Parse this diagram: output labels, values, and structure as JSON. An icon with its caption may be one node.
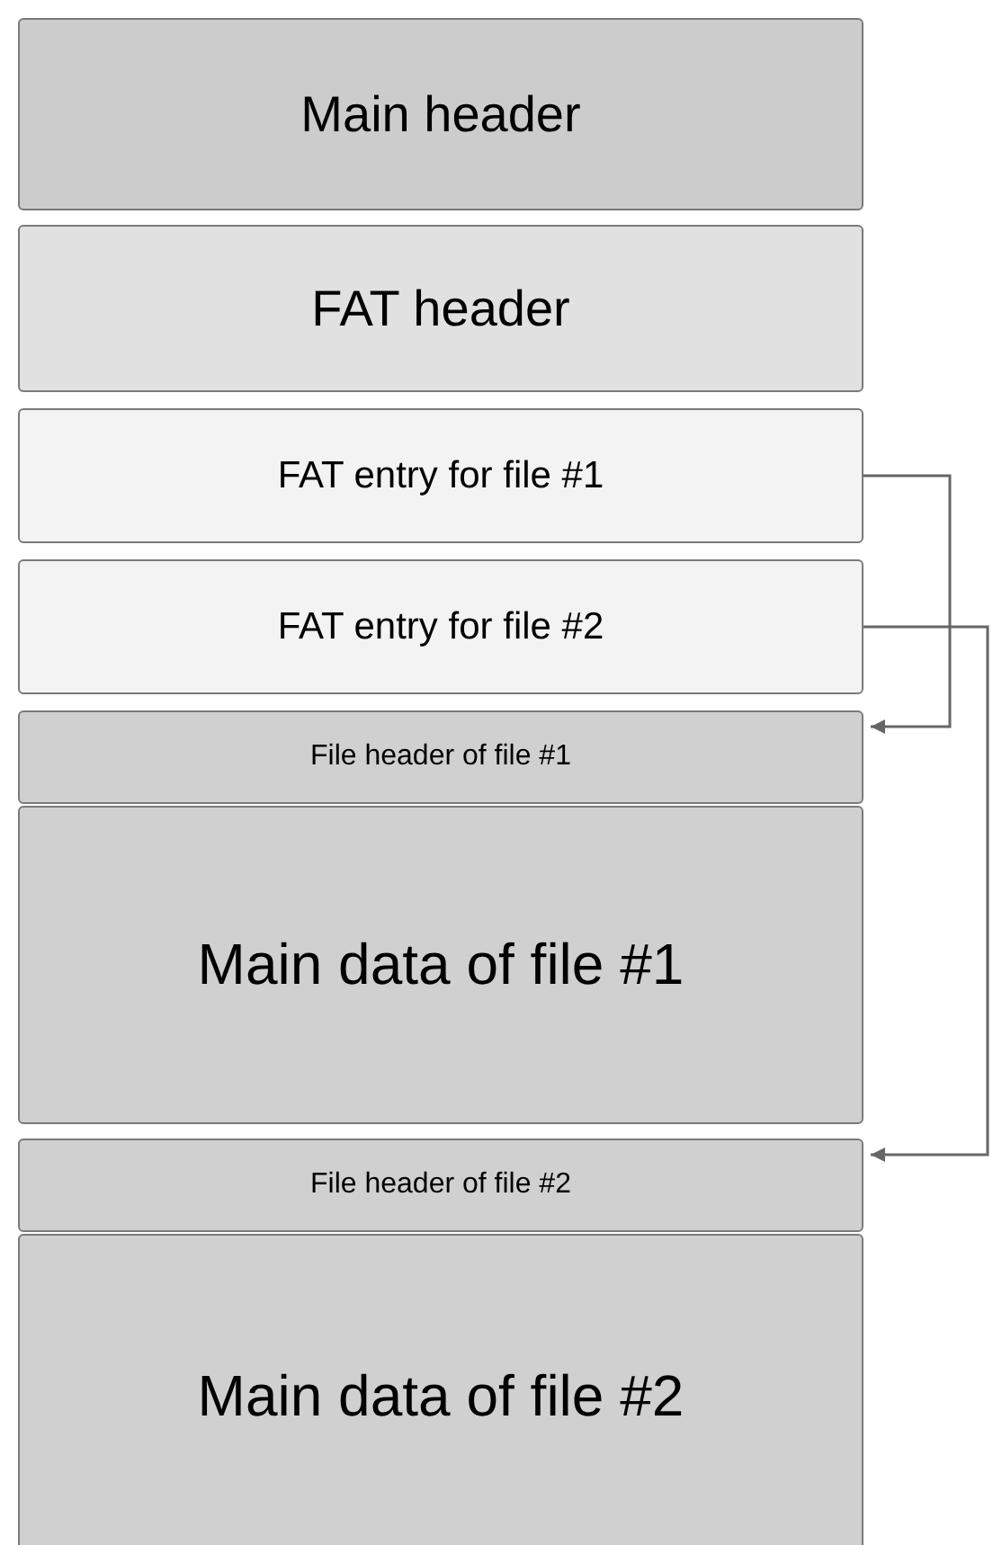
{
  "diagram": {
    "nodes": [
      {
        "text": [
          "Main header"
        ]
      },
      {
        "text": [
          "FAT header"
        ]
      },
      {
        "text": [
          "FAT entry for file #1"
        ]
      },
      {
        "text": [
          "FAT entry for file #2"
        ]
      },
      {
        "text": [
          "File header of file #1"
        ]
      },
      {
        "text": [
          "Main data of file #1"
        ]
      },
      {
        "text": [
          "File header of file #2"
        ]
      },
      {
        "text": [
          "Main data of file #2"
        ]
      }
    ],
    "edges": [
      {
        "from": 2,
        "to": 4,
        "arrow": "to"
      },
      {
        "from": 3,
        "to": 6,
        "arrow": "to"
      }
    ]
  }
}
